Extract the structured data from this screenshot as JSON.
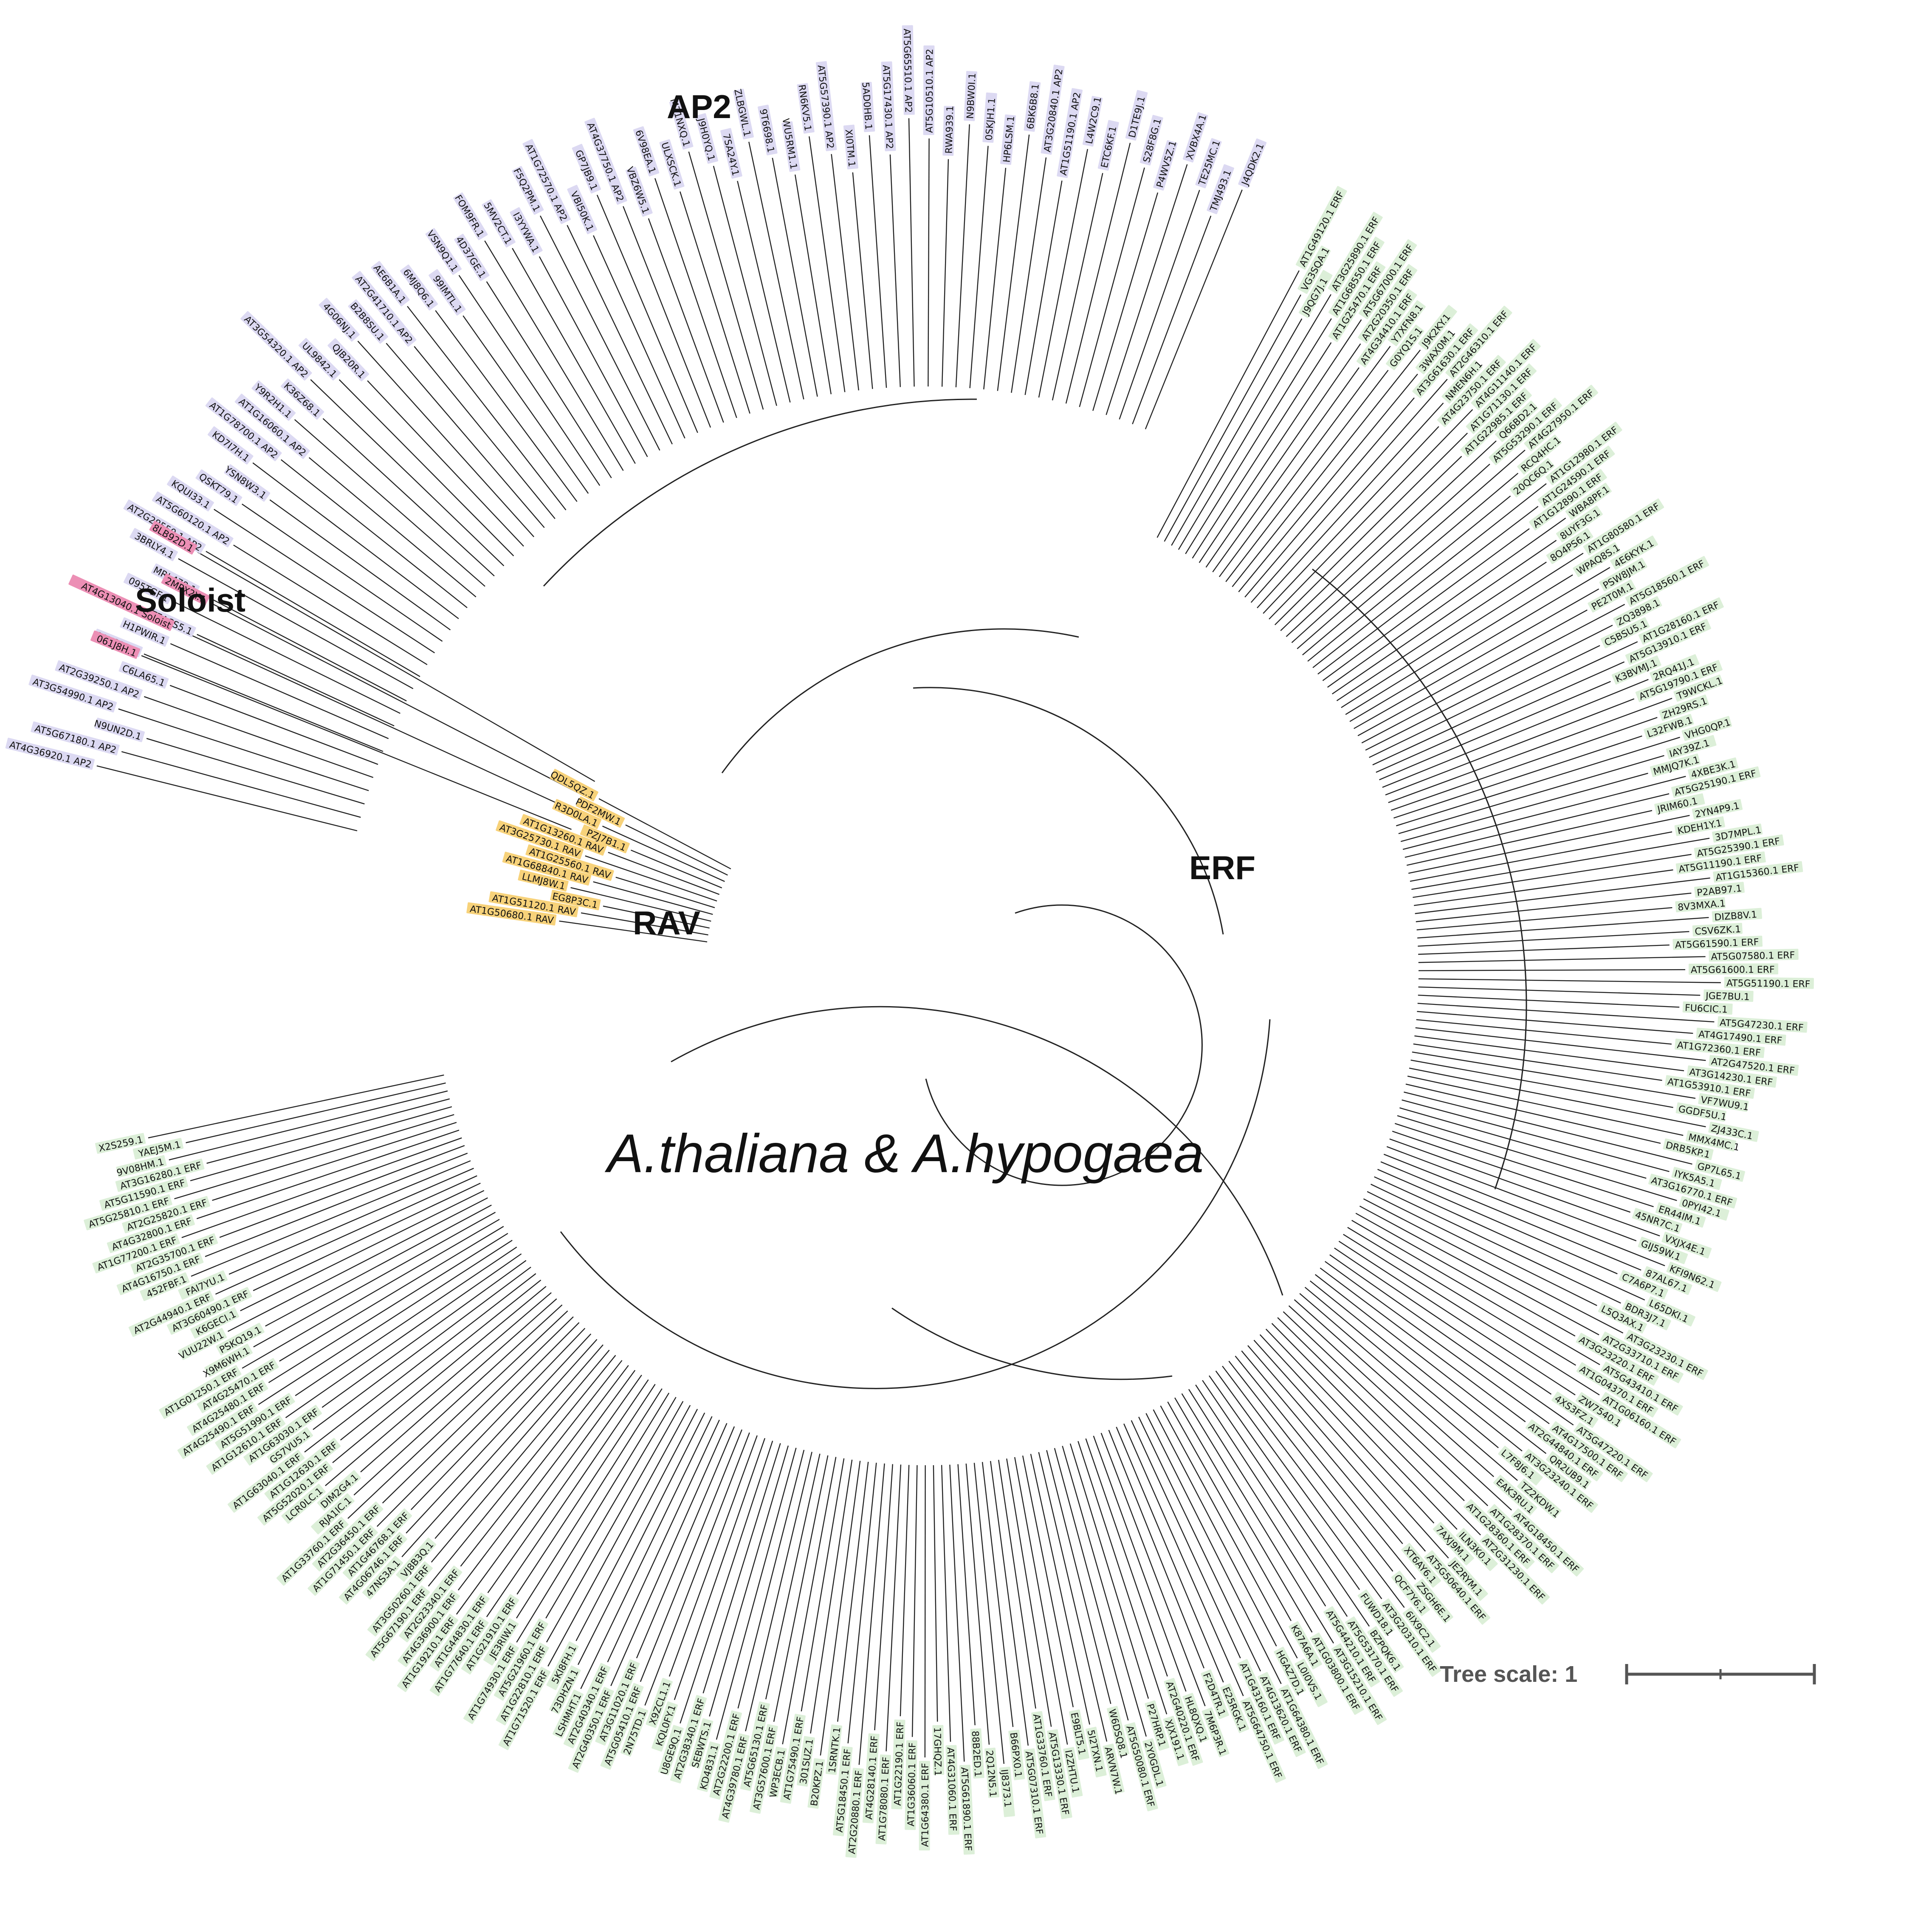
{
  "title": "A.thaliana & A.hypogaea",
  "scale": {
    "label": "Tree scale: 1"
  },
  "colors": {
    "AP2": "#dcd9f2",
    "ERF": "#dcefd8",
    "RAV": "#f7d27a",
    "Soloist": "#ec8fb5",
    "line": "#222222"
  },
  "groups": [
    {
      "name": "AP2",
      "label": "AP2",
      "color_key": "AP2",
      "leaves": [
        "AT4G36920.1 AP2",
        "AT5G67180.1 AP2",
        "N9UN2D.1",
        "AT3G54990.1 AP2",
        "AT2G39250.1 AP2",
        "C6LA65.1",
        "00XS3D.1",
        "H1PWIR.1",
        "T7ACS5.1",
        "095TGF.1",
        "MRL478.1",
        "3BRLY4.1",
        "AT2G28550.1 AP2",
        "AT5G60120.1 AP2",
        "KQUI33.1",
        "QSKT79.1",
        "YSN8W3.1",
        "KD7I7H.1",
        "AT1G78700.1 AP2",
        "AT1G16060.1 AP2",
        "Y9R2H1.1",
        "K36Z68.1",
        "AT3G54320.1 AP2",
        "UL9842.1",
        "QJB20R.1",
        "4G06NJ.1",
        "B2B8SU.1",
        "AT2G41710.1 AP2",
        "AE6B1A.1",
        "6MJ8Q6.1",
        "99IMTL.1",
        "VSN9Q1.1",
        "4D37GE.1",
        "FOM9FR.1",
        "5MV2CT.1",
        "I3YYWA.1",
        "F5Q2PM.1",
        "AT1G72570.1 AP2",
        "VBI50K.1",
        "GP7JB9.1",
        "AT4G37750.1 AP2",
        "VBZ6W5.1",
        "6V98EA.1",
        "ULXSCK.1",
        "M71NXQ.1",
        "J9H0YQ.1",
        "7SA24Y.1",
        "ZLBGWL.1",
        "9T6698.1",
        "WU5RM1.1",
        "RN6KV5.1",
        "AT5G57390.1 AP2",
        "XI0TM.1",
        "5AD0HB.1",
        "AT5G17430.1 AP2",
        "AT5G65510.1 AP2",
        "AT5G10510.1 AP2",
        "RWA939.1",
        "N9BW0I.1",
        "0SKJH1.1",
        "HP6LSM.1",
        "6BK6B8.1",
        "AT3G20840.1 AP2",
        "AT1G51190.1 AP2",
        "L4W2C9.1",
        "ETC6KF.1",
        "D1TE9J.1",
        "S28F8G.1",
        "P4WV5Z.1",
        "XVBX4A.1",
        "TE25MC.1",
        "TMJ493.1",
        "J4QDK2.1"
      ]
    },
    {
      "name": "ERF",
      "label": "ERF",
      "color_key": "ERF",
      "leaves": [
        "AT1G49120.1 ERF",
        "VG3SQA.1",
        "J9QG7J.1",
        "AT3G25890.1 ERF",
        "AT1G68550.1 ERF",
        "AT1G25470.1 ERF",
        "AT5G67000.1 ERF",
        "AT2G20350.1 ERF",
        "AT4G34410.1 ERF",
        "Y7XFN8.1",
        "G0YQ1S.1",
        "J9K2KY.1",
        "3WAX0M.1",
        "AT3G61630.1 ERF",
        "AT2G46310.1 ERF",
        "NMEN6H.1",
        "AT4G23750.1 ERF",
        "AT4G11140.1 ERF",
        "AT1G71130.1 ERF",
        "AT1G22985.1 ERF",
        "Q66BD2.1",
        "AT5G53290.1 ERF",
        "AT4G27950.1 ERF",
        "RCQ4HC.1",
        "20QC6Q.1",
        "AT1G12980.1 ERF",
        "AT1G24590.1 ERF",
        "AT1G12890.1 ERF",
        "WBA8PF.1",
        "8UYF3G.1",
        "8O4PS6.1",
        "AT1G80580.1 ERF",
        "WPAQ8S.1",
        "4E6KYK.1",
        "PSW8JM.1",
        "PE2T0M.1",
        "AT5G18560.1 ERF",
        "ZQ3898.1",
        "C5BSU5.1",
        "AT1G28160.1 ERF",
        "AT5G13910.1 ERF",
        "K3BVMJ.1",
        "2RQ41J.1",
        "AT5G19790.1 ERF",
        "T9WCKL.1",
        "ZH29RS.1",
        "L32FWB.1",
        "VHG0QP.1",
        "IAY39Z.1",
        "MMJQ7K.1",
        "4XBE3K.1",
        "AT5G25190.1 ERF",
        "JRIM60.1",
        "2YN4P9.1",
        "KDEH1Y.1",
        "3D7MPL.1",
        "AT5G25390.1 ERF",
        "AT5G11190.1 ERF",
        "AT1G15360.1 ERF",
        "P2AB97.1",
        "8V3MXA.1",
        "DIZB8V.1",
        "CSV6ZK.1",
        "AT5G61590.1 ERF",
        "AT5G07580.1 ERF",
        "AT5G61600.1 ERF",
        "AT5G51190.1 ERF",
        "JGE7BU.1",
        "FU6CIC.1",
        "AT5G47230.1 ERF",
        "AT4G17490.1 ERF",
        "AT1G72360.1 ERF",
        "AT2G47520.1 ERF",
        "AT3G14230.1 ERF",
        "AT1G53910.1 ERF",
        "VF7WU9.1",
        "GGDF5U.1",
        "ZJ433C.1",
        "MMX4MC.1",
        "DRB5KP.1",
        "GP7L65.1",
        "IYK5A5.1",
        "AT3G16770.1 ERF",
        "0PYI42.1",
        "ER44IM.1",
        "45NR7C.1",
        "VXJX4E.1",
        "GIJ59W.1",
        "KFI9N62.1",
        "87AL67.1",
        "C7A6P7.1",
        "L65DKI.1",
        "BDR3J7.1",
        "L5Q3AX.1",
        "AT3G23230.1 ERF",
        "AT2G33710.1 ERF",
        "AT3G23220.1 ERF",
        "AT5G43410.1 ERF",
        "AT1G04370.1 ERF",
        "AT1G06160.1 ERF",
        "ZW7540.1",
        "4XS3FZ.1",
        "AT5G47220.1 ERF",
        "AT4G17500.1 ERF",
        "AT2G44840.1 ERF",
        "QR2UB9.1",
        "AT3G23240.1 ERF",
        "L7F8J6.1",
        "TZ2KDW.1",
        "EAK3RU.1",
        "AT4G18450.1 ERF",
        "AT1G28370.1 ERF",
        "AT1G28360.1 ERF",
        "AT2G31230.1 ERF",
        "ILN3K0.1",
        "7AXJ9M.1",
        "JE2RYM.1",
        "AT5G50640.1 ERF",
        "XT6AY6.1",
        "ZSGH6E.1",
        "QCF7Y6.1",
        "6IX9C2.1",
        "AT3G20310.1 ERF",
        "FUWD18.1",
        "BZPQK6.1",
        "AT5G53170.1 ERF",
        "AT5G44210.1 ERF",
        "AT3G15210.1 ERF",
        "AT1G03800.1 ERF",
        "K87A6A.1",
        "L0I0VS.1",
        "HGAZ7D.1",
        "AT1G64380.1 ERF",
        "AT4G13620.1 ERF",
        "AT1G43160.1 ERF",
        "AT5G64750.1 ERF",
        "E25RGK.1",
        "F2D4TR.1",
        "7M6P3R.1",
        "HL8QXQ.1",
        "AT2G40220.1 ERF",
        "XJX191.1",
        "P27HRP.1",
        "2Y0GDL.1",
        "AT5G50080.1 ERF",
        "W6DSQ8.1",
        "ARVN7W.1",
        "5I2TXN.1",
        "E9BLT5.1",
        "I2ZHTU.1",
        "AT5G13330.1 ERF",
        "AT1G33760.1 ERF",
        "AT5G07310.1 ERF",
        "B66PX0.1",
        "IJ8373.1",
        "2Q12N5.1",
        "88B2ED.1",
        "AT5G61890.1 ERF",
        "AT4G31060.1 ERF",
        "17GHQZ.1",
        "AT1G64380.1 ERF",
        "AT1G36060.1 ERF",
        "AT1G22190.1 ERF",
        "AT1G78080.1 ERF",
        "AT4G28140.1 ERF",
        "AT2G20880.1 ERF",
        "AT5G18450.1 ERF",
        "1SRNTK.1",
        "B20KPZ.1",
        "301SUZ.1",
        "AT1G75490.1 ERF",
        "WP3ECB.1",
        "AT3G57600.1 ERF",
        "AT5G65130.1 ERF",
        "AT4G39780.1 ERF",
        "AT2G22200.1 ERF",
        "KD4831.1",
        "SEBWTS.1",
        "AT2G38340.1 ERF",
        "U8GE9Q.1",
        "KQL0FY.1",
        "X9ZCL1.1",
        "2N75TD.1",
        "AT5G05410.1 ERF",
        "AT3G11020.1 ERF",
        "AT2G40350.1 ERF",
        "AT2G40340.1 ERF",
        "LSHMHT.1",
        "73DHZN.1",
        "5KI8FH.1",
        "AT1G71520.1 ERF",
        "AT1G22810.1 ERF",
        "AT5G21960.1 ERF",
        "AT1G74930.1 ERF",
        "JE3RIW.1",
        "AT1G21910.1 ERF",
        "AT1G77640.1 ERF",
        "AT1G44830.1 ERF",
        "AT1G19210.1 ERF",
        "AT4G36900.1 ERF",
        "AT2G23340.1 ERF",
        "AT5G67190.1 ERF",
        "AT3G50260.1 ERF",
        "VJ8B3Q.1",
        "47NS3A.1",
        "AT4G06746.1 ERF",
        "AT1G46768.1 ERF",
        "AT1G71450.1 ERF",
        "AT2G36450.1 ERF",
        "AT1G33760.1 ERF",
        "RJA1IC.1",
        "DIM2G4.1",
        "LCR0LC.1",
        "AT5G52020.1 ERF",
        "AT1G12630.1 ERF",
        "AT1G63040.1 ERF",
        "GS7VU5.1",
        "AT1G63030.1 ERF",
        "AT1G12610.1 ERF",
        "AT5G51990.1 ERF",
        "AT4G25490.1 ERF",
        "AT4G25480.1 ERF",
        "AT4G25470.1 ERF",
        "AT1G01250.1 ERF",
        "X9M6WH.1",
        "PSKQ19.1",
        "VUU22W.1",
        "K6GECI.1",
        "AT3G60490.1 ERF",
        "AT2G44940.1 ERF",
        "FAI7YU.1",
        "452FBF.1",
        "AT4G16750.1 ERF",
        "AT2G35700.1 ERF",
        "AT1G77200.1 ERF",
        "AT4G32800.1 ERF",
        "AT2G25820.1 ERF",
        "AT5G25810.1 ERF",
        "AT5G11590.1 ERF",
        "AT3G16280.1 ERF",
        "9V08HM.1",
        "YAEJ5M.1",
        "X2S259.1"
      ]
    },
    {
      "name": "RAV",
      "label": "RAV",
      "color_key": "RAV",
      "leaves": [
        "AT1G50680.1 RAV",
        "AT1G51120.1 RAV",
        "EG8P3C.1",
        "LLMJ8W.1",
        "AT1G68840.1 RAV",
        "AT1G25560.1 RAV",
        "AT3G25730.1 RAV",
        "AT1G13260.1 RAV",
        "PZJ7B1.1",
        "R3D0LA.1",
        "PDF2MW.1",
        "QDL5QZ.1"
      ]
    },
    {
      "name": "Soloist",
      "label": "Soloist",
      "color_key": "Soloist",
      "leaves": [
        "061J8H.1",
        "AT4G13040.1 Soloist",
        "2MPX2Y.1",
        "8LB92D.1"
      ]
    }
  ]
}
